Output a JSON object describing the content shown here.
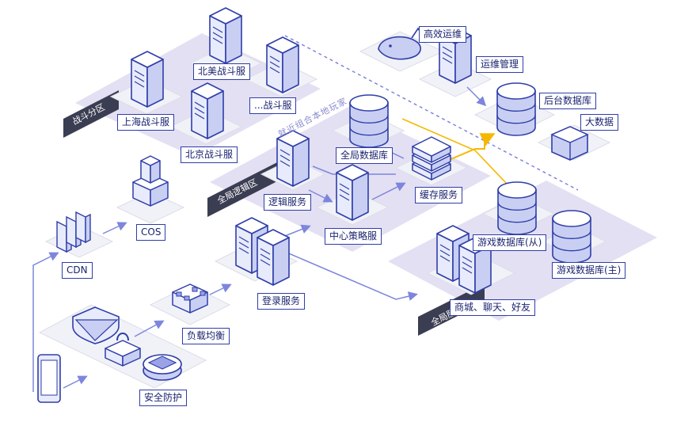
{
  "colors": {
    "stroke": "#2f3ea8",
    "face_light": "#e8ebfb",
    "face_mid": "#c9cff3",
    "face_dark": "#9aa3e6",
    "zone": "#e4e0f3",
    "zone_tag": "#3b3d52",
    "arrow": "#7d86dc",
    "highlight": "#f5b800"
  },
  "zones": {
    "battle": "战斗分区",
    "logic": "全局逻辑区",
    "global": "全局服务"
  },
  "hint": "就近组合本地玩家",
  "nodes": {
    "us_battle": "北美战斗服",
    "more_battle": "...战斗服",
    "shanghai_battle": "上海战斗服",
    "beijing_battle": "北京战斗服",
    "efficient_ops": "高效运维",
    "ops_mgmt": "运维管理",
    "backend_db": "后台数据库",
    "big_data": "大数据",
    "global_db": "全局数据库",
    "logic_service": "逻辑服务",
    "cache_service": "缓存服务",
    "center_strategy": "中心策略服",
    "cos": "COS",
    "cdn": "CDN",
    "login_service": "登录服务",
    "game_db_slave": "游戏数据库(从)",
    "game_db_master": "游戏数据库(主)",
    "mall_chat_friends": "商城、聊天、好友",
    "load_balance": "负载均衡",
    "security": "安全防护"
  }
}
